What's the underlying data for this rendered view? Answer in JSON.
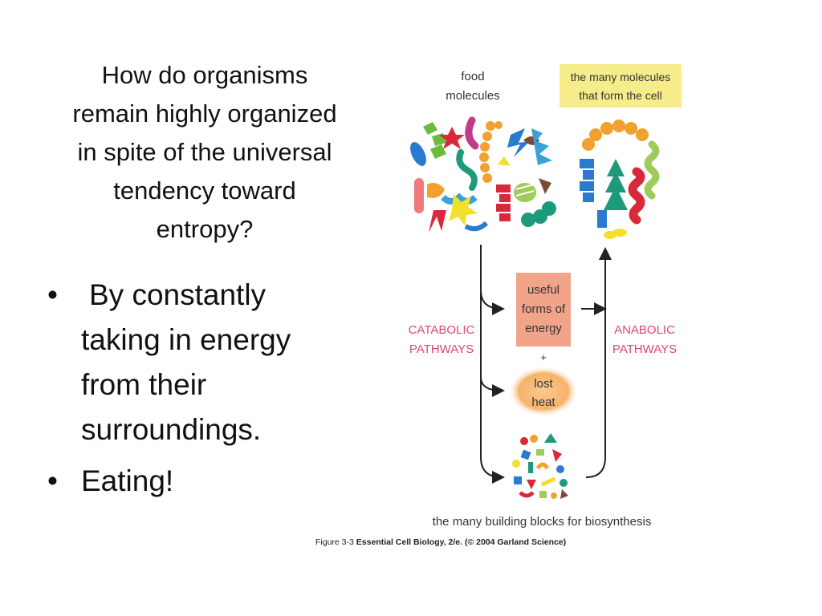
{
  "slide": {
    "title_lines": [
      "How do organisms",
      "remain highly organized",
      "in spite of the universal",
      "tendency toward",
      "entropy?"
    ],
    "bullets": [
      {
        "lines": [
          "By constantly",
          "taking in energy",
          "from their",
          "surroundings."
        ]
      },
      {
        "lines": [
          "Eating!"
        ]
      }
    ]
  },
  "diagram": {
    "food_molecules": [
      "food",
      "molecules"
    ],
    "cell_molecules": [
      "the many molecules",
      "that form the cell"
    ],
    "catabolic": [
      "CATABOLIC",
      "PATHWAYS"
    ],
    "anabolic": [
      "ANABOLIC",
      "PATHWAYS"
    ],
    "useful_energy": [
      "useful",
      "forms of",
      "energy"
    ],
    "plus": "+",
    "lost_heat": [
      "lost",
      "heat"
    ],
    "building_blocks": "the many building blocks for biosynthesis",
    "colors": {
      "catabolic_label": "#e0457b",
      "anabolic_label": "#e0457b",
      "energy_box": "#f2a48a",
      "cell_label_bg": "#f7ec8a",
      "heat_glow": "#f6b36a"
    }
  },
  "caption": {
    "figure": "Figure 3-3",
    "source": "Essential Cell Biology, 2/e. (© 2004 Garland Science)"
  }
}
